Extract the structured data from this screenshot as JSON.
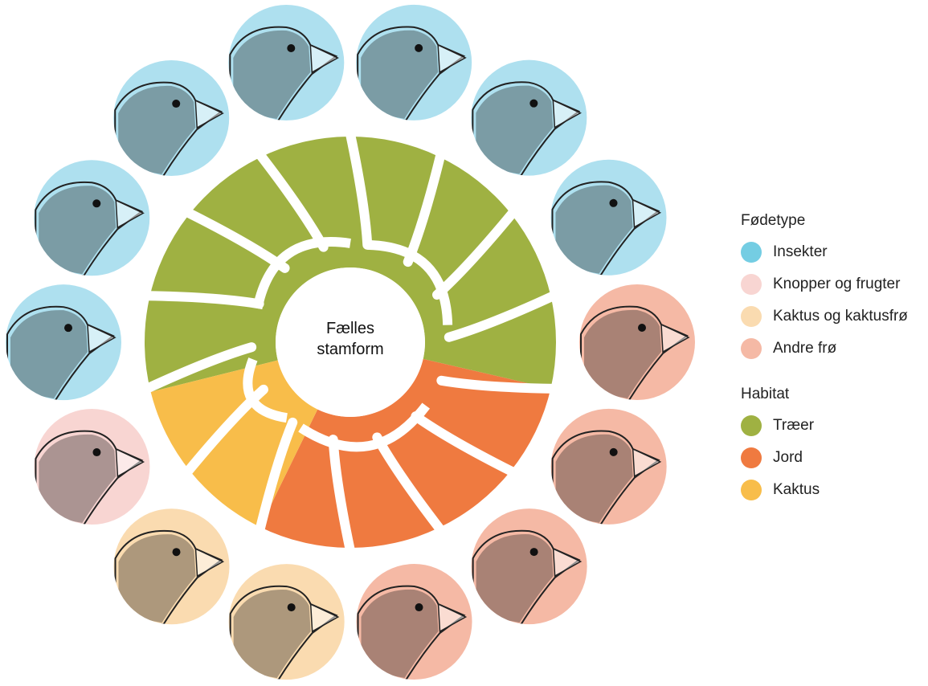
{
  "center_label": {
    "line1": "Fælles",
    "line2": "stamform"
  },
  "legend": {
    "food_title": "Fødetype",
    "food": [
      {
        "label": "Insekter",
        "color": "#74cde3"
      },
      {
        "label": "Knopper og frugter",
        "color": "#f8d5d2"
      },
      {
        "label": "Kaktus og kaktusfrø",
        "color": "#fadbb0"
      },
      {
        "label": "Andre frø",
        "color": "#f5b9a5"
      }
    ],
    "habitat_title": "Habitat",
    "habitat": [
      {
        "label": "Træer",
        "color": "#9fb142"
      },
      {
        "label": "Jord",
        "color": "#ef7a40"
      },
      {
        "label": "Kaktus",
        "color": "#f8bd4a"
      }
    ]
  },
  "bird_fill_colors": {
    "insects": "#aee0ef",
    "buds": "#f8d5d2",
    "cactus": "#fadbb0",
    "seeds": "#f5b9a5"
  },
  "birds": [
    "seeds",
    "seeds",
    "seeds",
    "seeds",
    "cactus",
    "cactus",
    "buds",
    "insects",
    "insects",
    "insects",
    "insects",
    "insects",
    "insects",
    "insects"
  ]
}
